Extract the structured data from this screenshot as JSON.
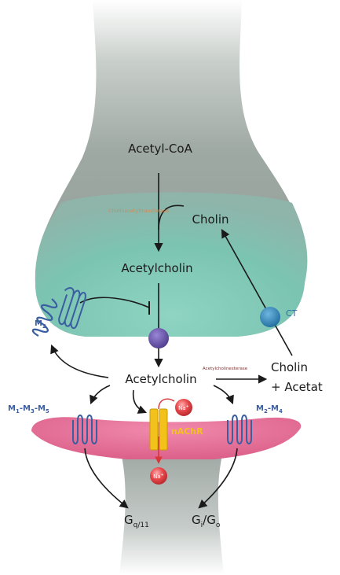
{
  "labels": {
    "acetyl_coa": "Acetyl-CoA",
    "enzyme_cat": "Cholinacetyltransferase",
    "cholin_top": "Cholin",
    "acetylcholin_top": "Acetylcholin",
    "m2_pre": "M",
    "m2_pre_sub": "2",
    "ct": "CT",
    "acetylcholin_mid": "Acetylcholin",
    "enzyme_ache": "Acetylcholinesterase",
    "cholin_right": "Cholin",
    "acetat_right": "+ Acetat",
    "m1_label": "M",
    "m1_sub1": "1",
    "m1_sub3": "3",
    "m1_sub5": "5",
    "m2m4_label": "M",
    "m2m4_sub2": "2",
    "m2m4_sub4": "4",
    "na_top": "Na",
    "na_bottom": "Na",
    "nachr": "nAChR",
    "gq_main": "G",
    "gq_sub": "q/11",
    "gi_main": "G",
    "gi_sub1": "i",
    "gi_sub2": "o"
  },
  "colors": {
    "presynapse_top": "#9aa69f",
    "presynapse_bulb": "#7cc4b2",
    "postsynapse": "#e06a92",
    "receptor_blue": "#3a5ea0",
    "transporter_blue": "#2d86b8",
    "vesicle_purple": "#6a4fa8",
    "channel_yellow": "#f2c21b",
    "sodium_red": "#d9363a",
    "enzyme_text": "#d08a55",
    "arrow": "#1a1a1a"
  }
}
